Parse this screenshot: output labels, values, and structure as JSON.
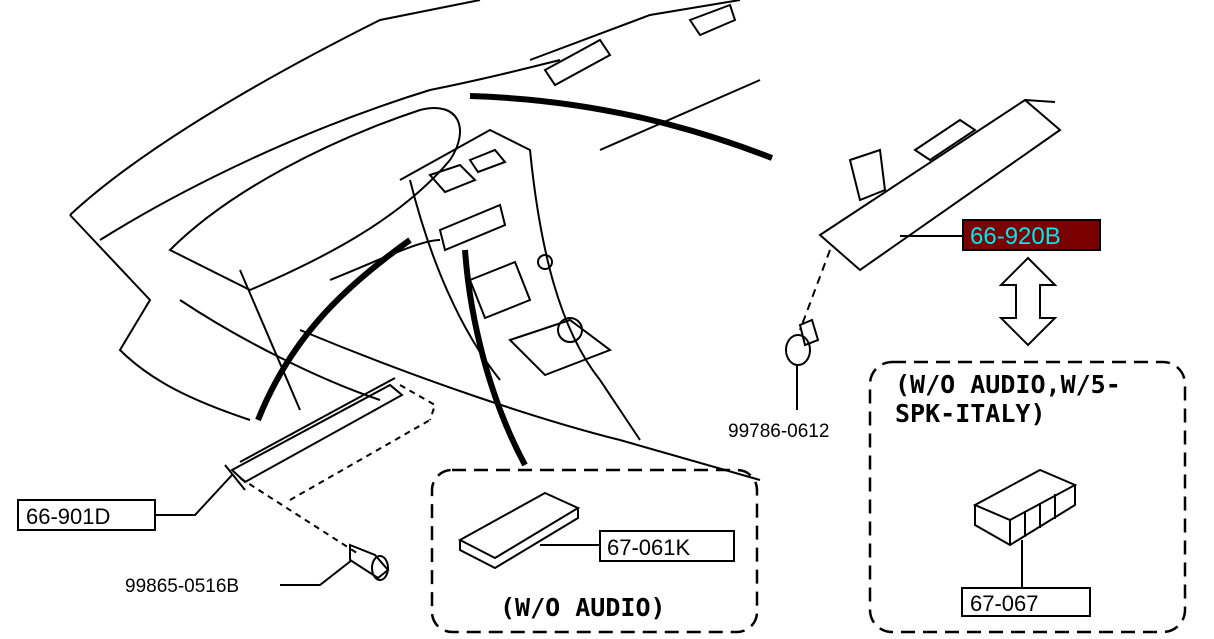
{
  "parts": {
    "unit_highlighted": "66-920B",
    "screw_right": "99786-0612",
    "bracket": "66-901D",
    "screw_left": "99865-0516B",
    "cover": "67-061K",
    "connector": "67-067"
  },
  "notes": {
    "right_line1": "(W/O AUDIO,W/5-",
    "right_line2": "SPK-ITALY)",
    "left": "(W/O AUDIO)"
  },
  "colors": {
    "highlight_bg": "#7a0000",
    "highlight_text": "#00e8f0",
    "line": "#000000"
  }
}
